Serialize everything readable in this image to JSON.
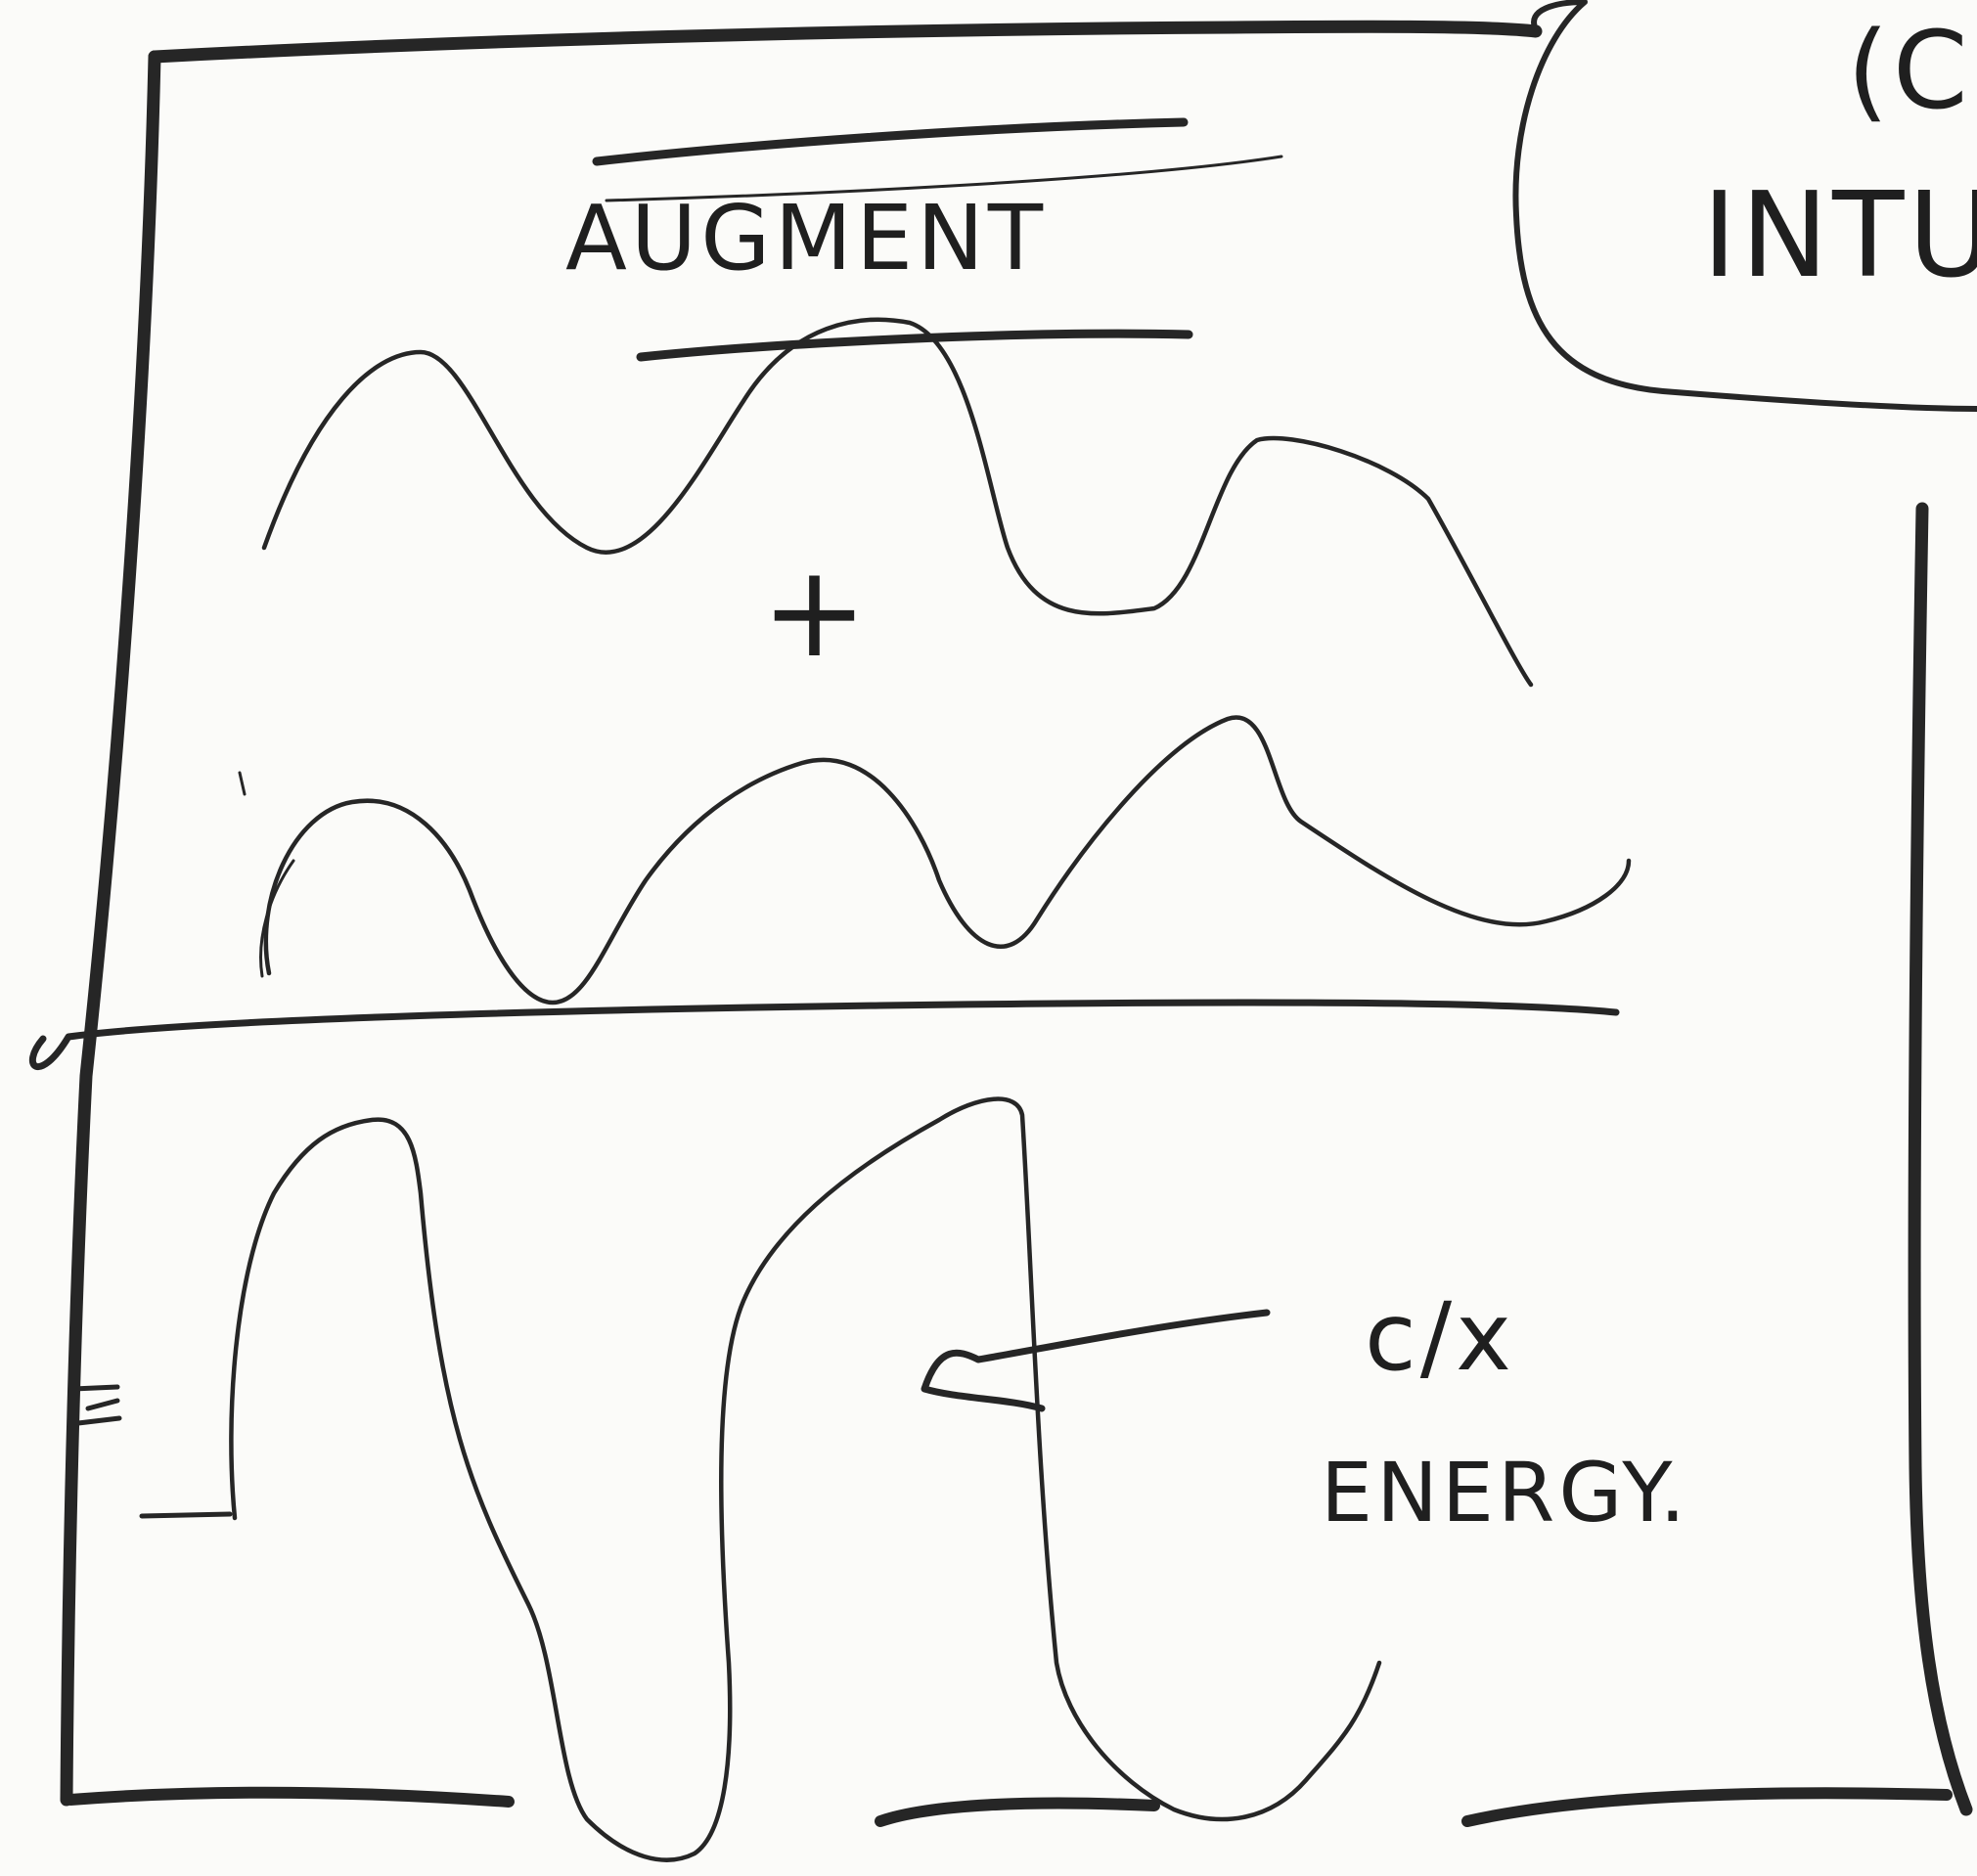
{
  "sketch": {
    "heading": "AUGMENT",
    "plus_symbol": "+",
    "annotation_line1": "c/x",
    "annotation_line2": "ENERGY.",
    "cropped_label_top": "(C",
    "cropped_label_bottom": "INTU",
    "margin_mark": "≥"
  },
  "colors": {
    "paper": "#fbfbf9",
    "ink": "#262626"
  }
}
